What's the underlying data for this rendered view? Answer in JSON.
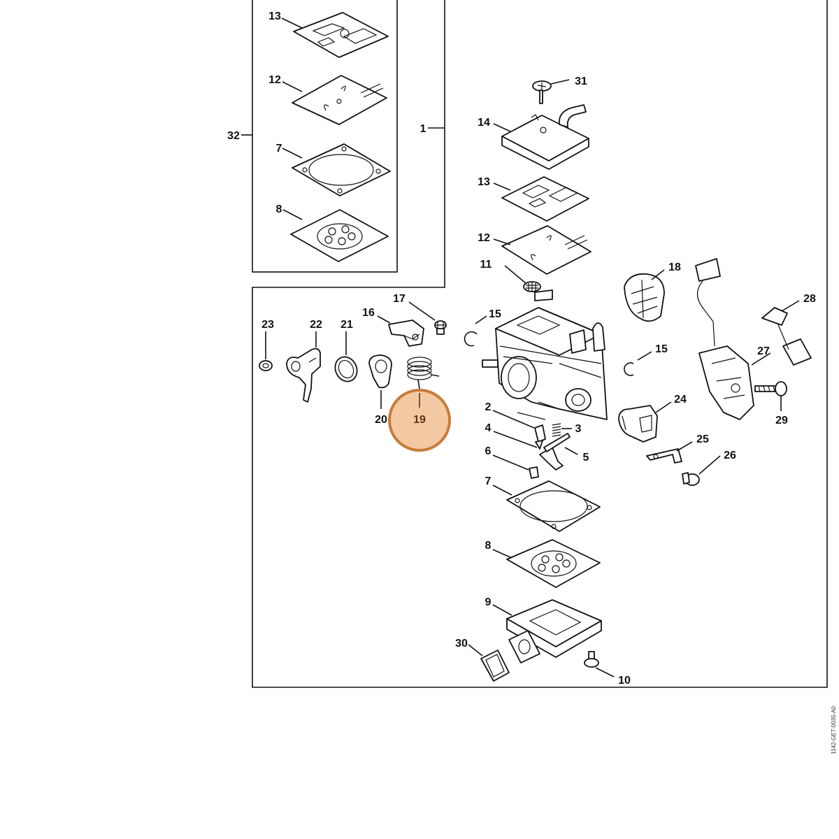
{
  "diagram": {
    "drawing_code": "1142-GET-0035-A0",
    "highlight": {
      "part": "19",
      "color_fill": "#f3c9a3",
      "color_stroke": "#c87b3a"
    },
    "kit_box_label": "32",
    "carb_assembly_label": "1",
    "parts": [
      {
        "id": "p31",
        "number": "31"
      },
      {
        "id": "p14",
        "number": "14"
      },
      {
        "id": "p13-main",
        "number": "13"
      },
      {
        "id": "p12-main",
        "number": "12"
      },
      {
        "id": "p11",
        "number": "11"
      },
      {
        "id": "p18",
        "number": "18"
      },
      {
        "id": "p28",
        "number": "28"
      },
      {
        "id": "p17",
        "number": "17"
      },
      {
        "id": "p16",
        "number": "16"
      },
      {
        "id": "p15-left",
        "number": "15"
      },
      {
        "id": "p15-right",
        "number": "15"
      },
      {
        "id": "p23",
        "number": "23"
      },
      {
        "id": "p22",
        "number": "22"
      },
      {
        "id": "p21",
        "number": "21"
      },
      {
        "id": "p20",
        "number": "20"
      },
      {
        "id": "p19",
        "number": "19"
      },
      {
        "id": "p27",
        "number": "27"
      },
      {
        "id": "p29",
        "number": "29"
      },
      {
        "id": "p24",
        "number": "24"
      },
      {
        "id": "p25",
        "number": "25"
      },
      {
        "id": "p26",
        "number": "26"
      },
      {
        "id": "p2",
        "number": "2"
      },
      {
        "id": "p3",
        "number": "3"
      },
      {
        "id": "p4",
        "number": "4"
      },
      {
        "id": "p5",
        "number": "5"
      },
      {
        "id": "p6",
        "number": "6"
      },
      {
        "id": "p7-main",
        "number": "7"
      },
      {
        "id": "p8-main",
        "number": "8"
      },
      {
        "id": "p9",
        "number": "9"
      },
      {
        "id": "p30",
        "number": "30"
      },
      {
        "id": "p10",
        "number": "10"
      },
      {
        "id": "p13-kit",
        "number": "13"
      },
      {
        "id": "p12-kit",
        "number": "12"
      },
      {
        "id": "p7-kit",
        "number": "7"
      },
      {
        "id": "p8-kit",
        "number": "8"
      }
    ]
  }
}
